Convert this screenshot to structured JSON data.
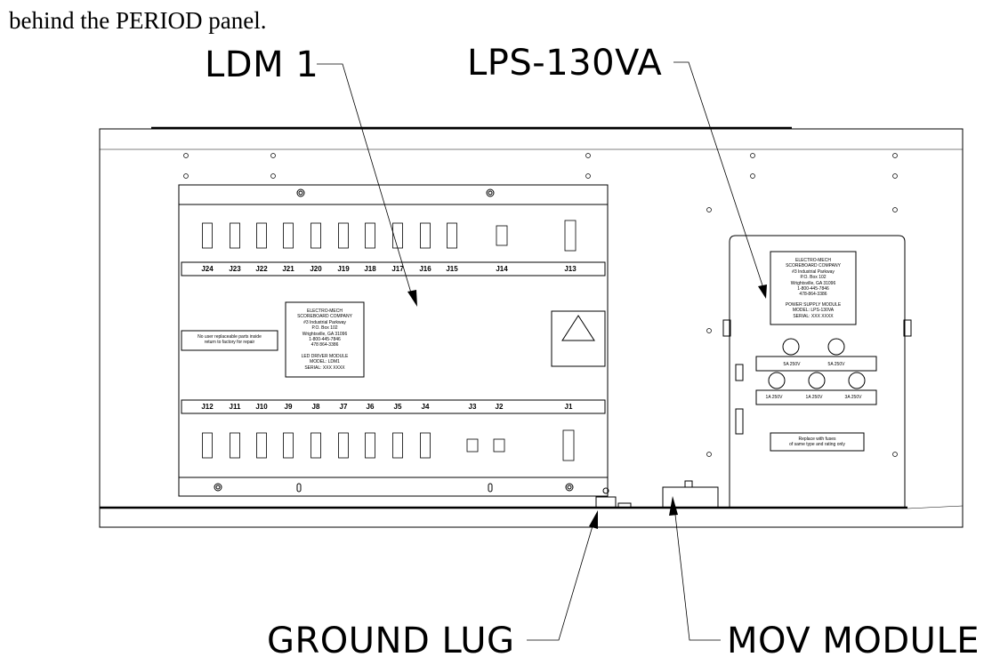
{
  "intro_text": "behind the PERIOD panel.",
  "callouts": {
    "ldm": "LDM 1",
    "lps": "LPS-130VA",
    "ground_lug": "GROUND LUG",
    "mov_module": "MOV MODULE"
  },
  "ldm_module": {
    "top_connectors": [
      "J24",
      "J23",
      "J22",
      "J21",
      "J20",
      "J19",
      "J18",
      "J17",
      "J16",
      "J15",
      "J14",
      "J13"
    ],
    "bottom_connectors": [
      "J12",
      "J11",
      "J10",
      "J9",
      "J8",
      "J7",
      "J6",
      "J5",
      "J4",
      "J3",
      "J2",
      "J1"
    ],
    "warning_lines": [
      "No user replaceable parts inside",
      "return to factory for repair"
    ],
    "label_lines": [
      "ELECTRO-MECH",
      "SCOREBOARD COMPANY",
      "#3 Industrial Parkway",
      "P.O. Box 102",
      "Wrightsville, GA 31096",
      "1-800-445-7846",
      "478 864-3386",
      "",
      "LED DRIVER MODULE",
      "MODEL: LDM1",
      "SERIAL: XXX XXXX"
    ]
  },
  "psu_module": {
    "label_lines": [
      "ELECTRO-MECH",
      "SCOREBOARD COMPANY",
      "#3 Industrial Parkway",
      "P.O. Box 102",
      "Wrightsville, GA 31096",
      "1-800-445-7846",
      "478-864-3386",
      "",
      "POWER SUPPLY MODULE",
      "MODEL: LPS-130VA",
      "SERIAL: XXX XXXX"
    ],
    "fuse_row1": [
      "5A 250V",
      "5A 250V"
    ],
    "fuse_row2": [
      "1A 250V",
      "1A 250V",
      "3A 250V"
    ],
    "replace_lines": [
      "Replace with fuses",
      "of same type and rating only"
    ]
  }
}
